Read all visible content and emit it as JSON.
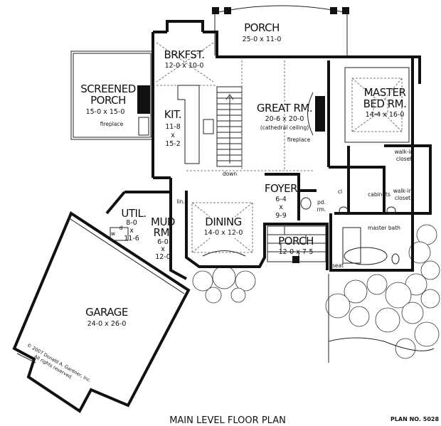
{
  "plan": {
    "title": "MAIN LEVEL FLOOR PLAN",
    "plan_number": "PLAN NO. 5028",
    "copyright_line1": "© 2007 Donald A. Gardner, Inc.",
    "copyright_line2": "All rights reserved."
  },
  "rooms": {
    "porch_rear": {
      "name": "PORCH",
      "dims": "25-0 x 11-0"
    },
    "brkfst": {
      "name": "BRKFST.",
      "dims": "12-0 x 10-0"
    },
    "screened_porch": {
      "name1": "SCREENED",
      "name2": "PORCH",
      "dims": "15-0 x 15-0",
      "note": "fireplace"
    },
    "kit": {
      "name": "KIT.",
      "d1": "11-8",
      "d2": "x",
      "d3": "15-2"
    },
    "great_rm": {
      "name": "GREAT RM.",
      "dims": "20-6 x 20-0",
      "note": "(cathedral ceiling)",
      "fireplace": "fireplace"
    },
    "master_bed": {
      "name1": "MASTER",
      "name2": "BED RM.",
      "dims": "14-4 x 16-0"
    },
    "walkin_1": {
      "l1": "walk-in",
      "l2": "closet"
    },
    "walkin_2": {
      "l1": "walk-in",
      "l2": "closet"
    },
    "stairs": {
      "label": "down"
    },
    "foyer": {
      "name": "FOYER",
      "d1": "6-4",
      "d2": "x",
      "d3": "9-9"
    },
    "pd_rm": {
      "l1": "pd.",
      "l2": "rm."
    },
    "cl": {
      "label": "cl"
    },
    "cabinets": {
      "label": "cabinets"
    },
    "master_bath": {
      "label": "master bath",
      "seat": "seat"
    },
    "dining": {
      "name": "DINING",
      "dims": "14-0 x 12-0"
    },
    "porch_front": {
      "name": "PORCH",
      "dims": "12-0 x 7-5"
    },
    "lin": {
      "label": "lin."
    },
    "util": {
      "name": "UTIL.",
      "d1": "8-0",
      "d2": "x",
      "d3": "11-6",
      "w": "w",
      "d": "d"
    },
    "mud_rm": {
      "name1": "MUD",
      "name2": "RM.",
      "d1": "6-0",
      "d2": "x",
      "d3": "12-0"
    },
    "garage": {
      "name": "GARAGE",
      "dims": "24-0 x 26-0"
    }
  }
}
